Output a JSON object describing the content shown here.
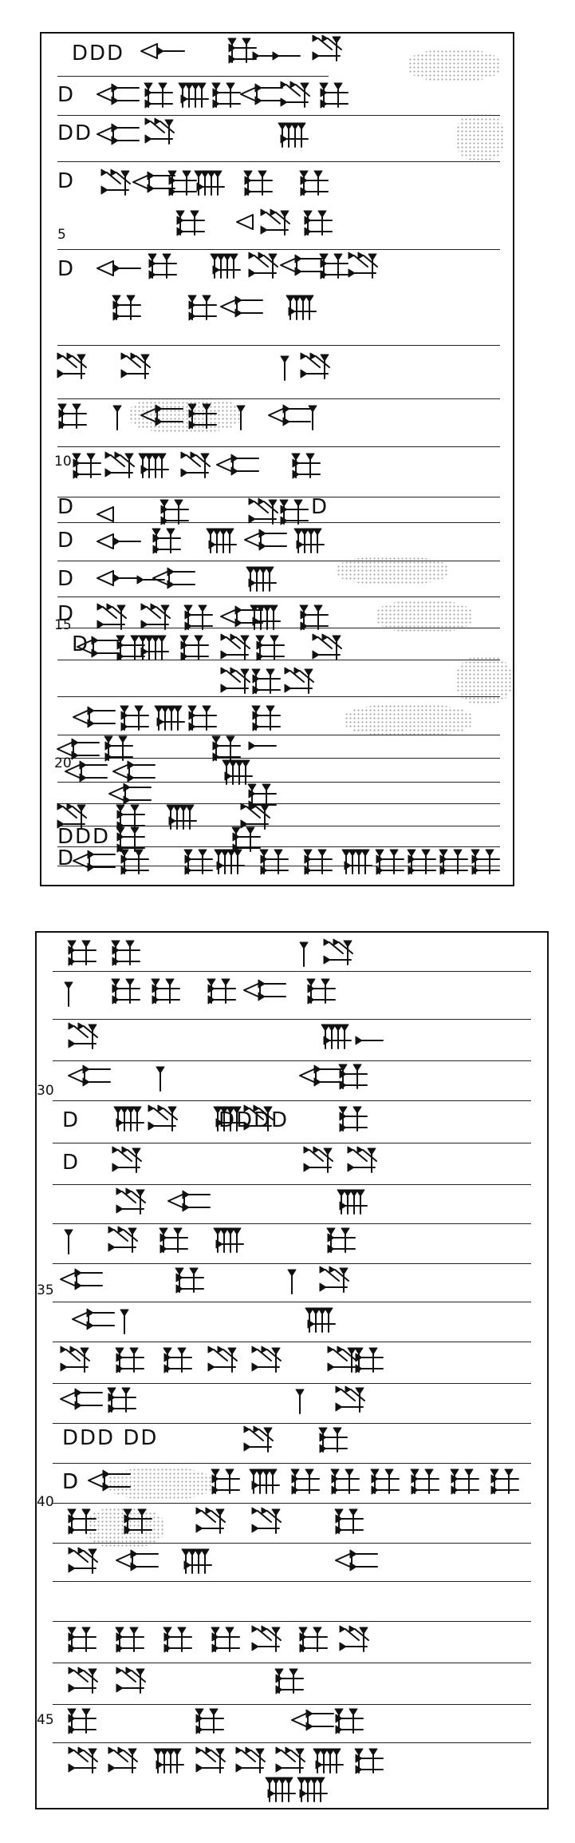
{
  "tablet": {
    "top_panel": {
      "line_numbers": [
        "5",
        "10",
        "15",
        "20"
      ],
      "d_marks": [
        "DDD",
        "D",
        "DD",
        "D",
        "D",
        "D",
        "D",
        "D",
        "D",
        "D",
        "D",
        "DDD",
        "D"
      ]
    },
    "bottom_panel": {
      "line_numbers": [
        "30",
        "35",
        "40",
        "45"
      ],
      "d_marks": [
        "D",
        "D",
        "DDDD",
        "D",
        "DDD DD",
        "D"
      ]
    }
  }
}
